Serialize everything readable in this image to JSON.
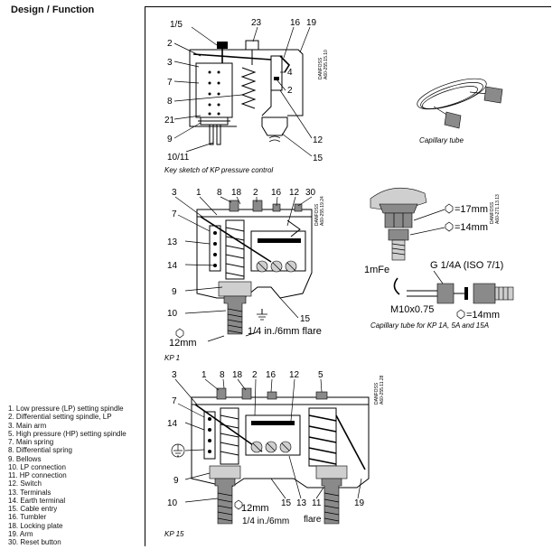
{
  "page": {
    "title": "Design / Function"
  },
  "legend": [
    "1. Low pressure (LP) setting spindle",
    "2. Differential setting spindle,  LP",
    "3. Main arm",
    "5. High pressure (HP) setting spindle",
    "7. Main spring",
    "8. Differential spring",
    "9. Bellows",
    "10. LP connection",
    "11. HP connection",
    "12. Switch",
    "13. Terminals",
    "14. Earth terminal",
    "15. Cable entry",
    "16. Tumbler",
    "18. Locking plate",
    "19. Arm",
    "30. Reset button"
  ],
  "sketch": {
    "caption": "Key sketch of KP pressure control",
    "code_1": "DANFOSS",
    "code_2": "A60-255.15.10",
    "labels": [
      "1/5",
      "2",
      "3",
      "7",
      "8",
      "21",
      "9",
      "10/11",
      "23",
      "16",
      "19",
      "4",
      "2",
      "12",
      "15"
    ]
  },
  "capillary": {
    "caption": "Capillary tube"
  },
  "kp1": {
    "caption": "KP 1",
    "code_1": "DANFOSS",
    "code_2": "A60-255.19.24",
    "labels": [
      "3",
      "1",
      "8",
      "18",
      "2",
      "16",
      "12",
      "30",
      "7",
      "13",
      "14",
      "9",
      "10",
      "15"
    ],
    "dim_12mm": "12mm",
    "flare": "1/4 in./6mm  flare"
  },
  "fitting": {
    "caption": "Capillary tube for KP 1A, 5A and 15A",
    "code_1": "DANFOSS",
    "code_2": "A60-271.13.13",
    "dim_17mm": "=17mm",
    "dim_14mm": "=14mm",
    "mfe": "1mFe",
    "thread": "G 1/4A (ISO 7/1)",
    "m10": "M10x0.75",
    "dim_14mm_b": "=14mm"
  },
  "kp15": {
    "caption": "KP 15",
    "code_1": "DANFOSS",
    "code_2": "A60-255.11.28",
    "labels": [
      "3",
      "1",
      "8",
      "18",
      "2",
      "16",
      "12",
      "5",
      "7",
      "14",
      "9",
      "10",
      "15",
      "13",
      "11",
      "19"
    ],
    "dim_12mm": "12mm",
    "flare_size": "1/4 in./6mm",
    "flare": "flare"
  }
}
